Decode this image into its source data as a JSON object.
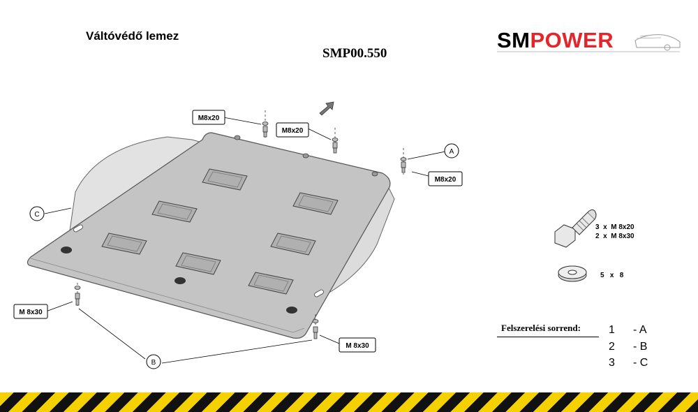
{
  "header": {
    "title": "Váltóvédő lemez",
    "part_code": "SMP00.550"
  },
  "logo": {
    "part1": "SM",
    "part2": "POWER",
    "colors": {
      "black": "#000000",
      "red": "#e3262b"
    }
  },
  "callouts": {
    "bolt_top_left": "M8x20",
    "bolt_top_mid": "M8x20",
    "bolt_top_right": "M8x20",
    "bolt_bottom_left": "M 8x30",
    "bolt_bottom_right": "M 8x30",
    "point_a": "A",
    "point_b": "B",
    "point_c": "C"
  },
  "hardware": {
    "bolt_line1": "3  x  M 8x20",
    "bolt_line2": "2  x  M 8x30",
    "washer_line": "5   x   8"
  },
  "install_order": {
    "title": "Felszerelési sorrend:",
    "steps": [
      {
        "num": "1",
        "label": "- A"
      },
      {
        "num": "2",
        "label": "- B"
      },
      {
        "num": "3",
        "label": "- C"
      }
    ]
  },
  "colors": {
    "plate": "#c4c4c4",
    "side": "#e2e2e2",
    "stripe_yellow": "#f5d100",
    "stripe_black": "#111111"
  }
}
